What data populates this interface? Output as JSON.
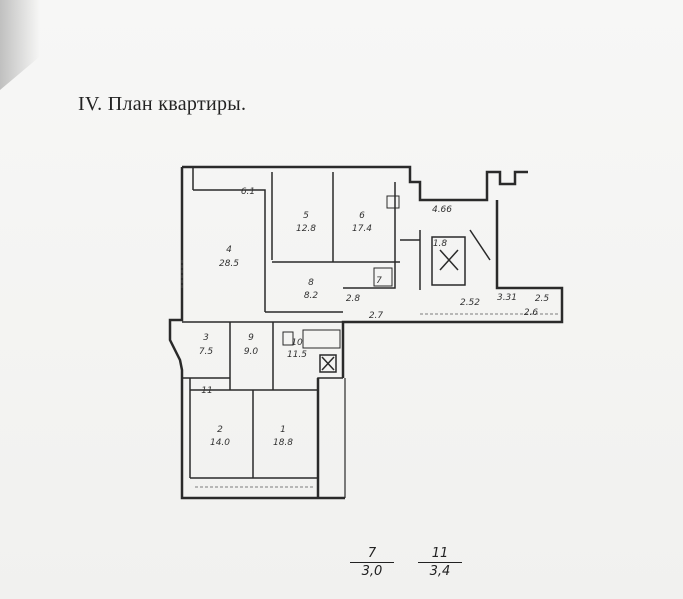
{
  "title": "IV. План квартиры.",
  "rooms": [
    {
      "id": "r4",
      "number": "4",
      "area": "28.5"
    },
    {
      "id": "r5",
      "number": "5",
      "area": "12.8"
    },
    {
      "id": "r6",
      "number": "6",
      "area": "17.4"
    },
    {
      "id": "r8",
      "number": "8",
      "area": "8.2"
    },
    {
      "id": "r3",
      "number": "3",
      "area": "7.5"
    },
    {
      "id": "r9",
      "number": "9",
      "area": "9.0"
    },
    {
      "id": "r10",
      "number": "10",
      "area": "11.5"
    },
    {
      "id": "r11",
      "number": "11",
      "area": ""
    },
    {
      "id": "r2",
      "number": "2",
      "area": "14.0"
    },
    {
      "id": "r1",
      "number": "1",
      "area": "18.8"
    },
    {
      "id": "r7",
      "number": "7",
      "area": ""
    }
  ],
  "dimensions": {
    "d61": "6.1",
    "d466": "4.66",
    "d18": "1.8",
    "d28": "2.8",
    "d27": "2.7",
    "d252": "2.52",
    "d331": "3.31",
    "d25": "2.5",
    "d26": "2.6"
  },
  "footer_fractions": [
    {
      "num": "7",
      "den": "3,0"
    },
    {
      "num": "11",
      "den": "3,4"
    }
  ]
}
